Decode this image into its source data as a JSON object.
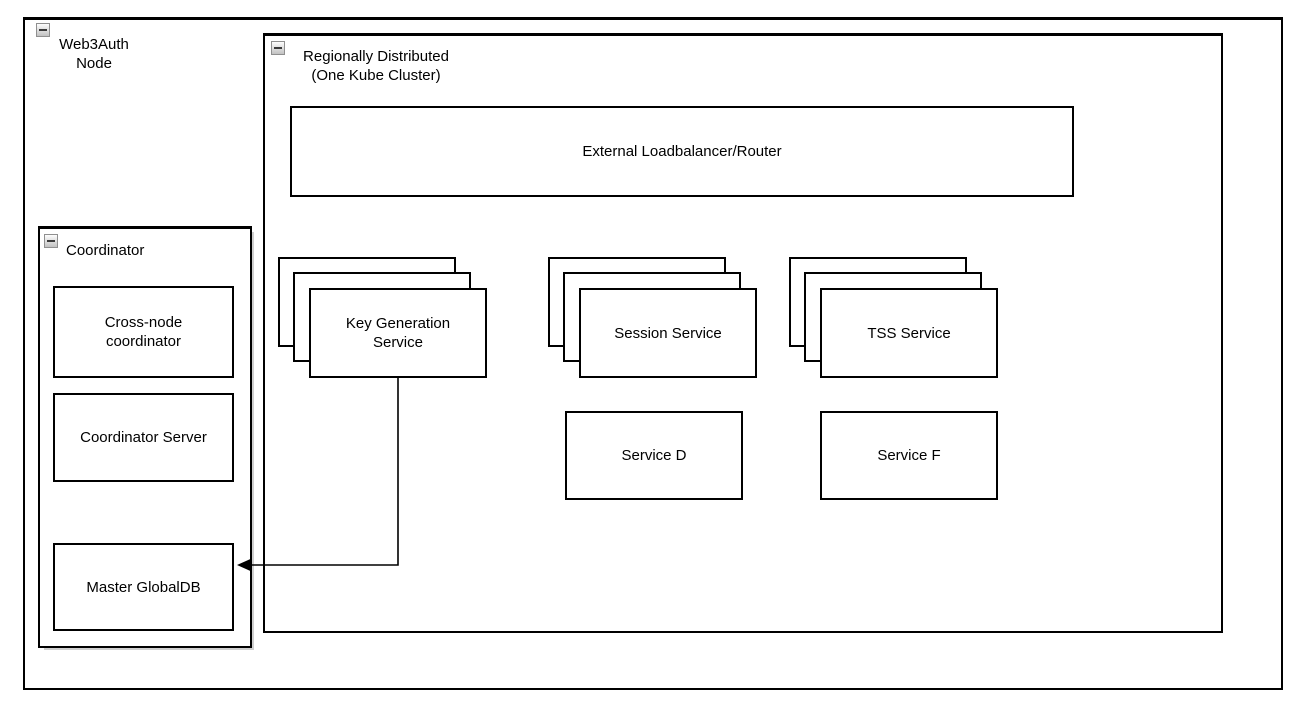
{
  "diagram": {
    "web3auth_node": {
      "label": "Web3Auth\nNode",
      "collapse_icon": "minus"
    },
    "regionally_distributed": {
      "label": "Regionally Distributed\n(One Kube Cluster)",
      "collapse_icon": "minus"
    },
    "external_loadbalancer": {
      "label": "External Loadbalancer/Router"
    },
    "stacks": [
      {
        "label": "Key Generation\nService"
      },
      {
        "label": "Session Service"
      },
      {
        "label": "TSS Service"
      }
    ],
    "services": [
      {
        "label": "Service D"
      },
      {
        "label": "Service F"
      }
    ],
    "coordinator": {
      "label": "Coordinator",
      "collapse_icon": "minus",
      "cross_node": {
        "label": "Cross-node\ncoordinator"
      },
      "server": {
        "label": "Coordinator Server"
      },
      "master_db": {
        "label": "Master GlobalDB"
      }
    },
    "connection": {
      "from": "Key Generation Service",
      "to": "Master GlobalDB",
      "arrow_direction": "left"
    },
    "colors": {
      "border": "#000000",
      "background": "#ffffff",
      "shadow": "#cfcfcf"
    }
  }
}
